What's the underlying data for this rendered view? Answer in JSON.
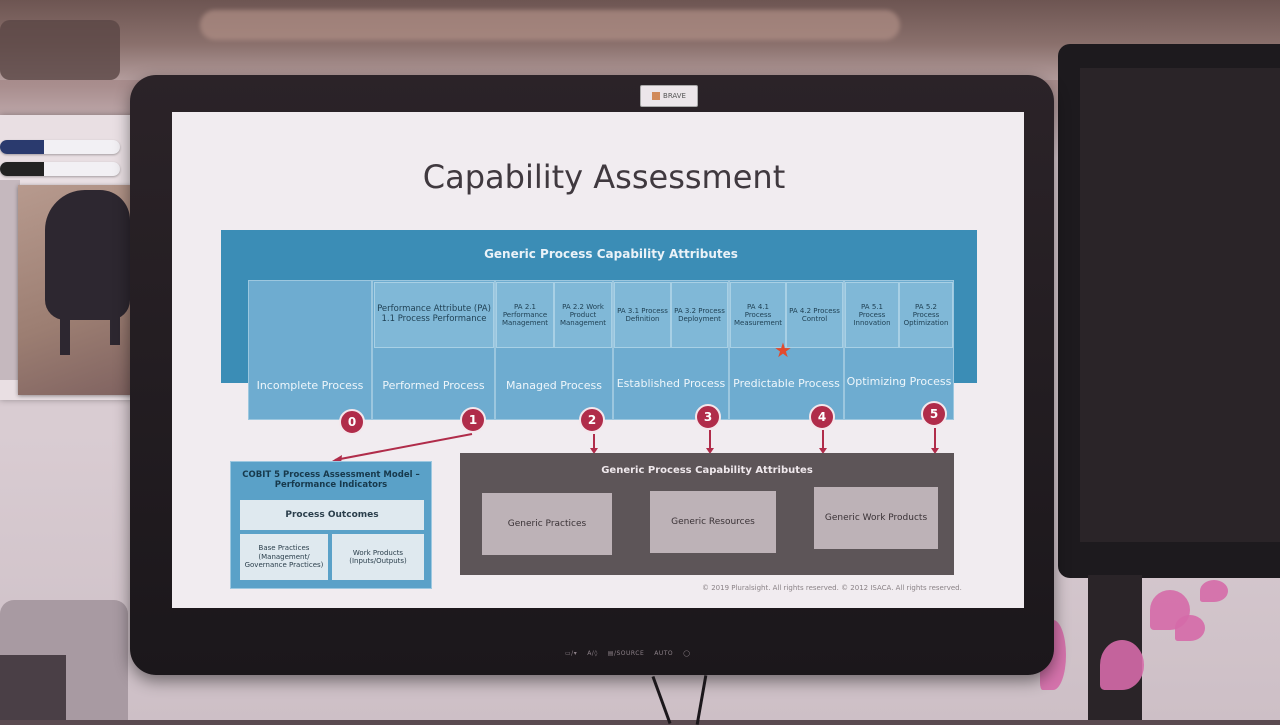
{
  "monitor": {
    "brand": "BRAVE",
    "controls": [
      "▭/▾",
      "A/◊",
      "▤/SOURCE",
      "AUTO",
      "◯"
    ]
  },
  "slide": {
    "title": "Capability Assessment",
    "band_title": "Generic Process Capability Attributes",
    "attributes": [
      {
        "text": "Performance Attribute (PA) 1.1 Process Performance"
      },
      {
        "text": "PA 2.1 Performance Management"
      },
      {
        "text": "PA 2.2 Work Product Management"
      },
      {
        "text": "PA 3.1 Process Definition"
      },
      {
        "text": "PA 3.2 Process Deployment"
      },
      {
        "text": "PA 4.1 Process Measurement"
      },
      {
        "text": "PA 4.2 Process Control"
      },
      {
        "text": "PA 5.1 Process Innovation"
      },
      {
        "text": "PA 5.2 Process Optimization"
      }
    ],
    "levels": [
      {
        "name": "Incomplete Process",
        "number": "0"
      },
      {
        "name": "Performed Process",
        "number": "1"
      },
      {
        "name": "Managed Process",
        "number": "2"
      },
      {
        "name": "Established Process",
        "number": "3"
      },
      {
        "name": "Predictable Process",
        "number": "4"
      },
      {
        "name": "Optimizing Process",
        "number": "5"
      }
    ],
    "cobit": {
      "title": "COBIT 5 Process Assessment Model – Performance Indicators",
      "outcomes": "Process Outcomes",
      "base_practices": "Base Practices (Management/ Governance Practices)",
      "work_products": "Work Products (Inputs/Outputs)"
    },
    "generic": {
      "title": "Generic Process Capability Attributes",
      "items": [
        "Generic Practices",
        "Generic Resources",
        "Generic Work Products"
      ]
    },
    "copyright": "© 2019 Pluralsight. All rights reserved. © 2012 ISACA. All rights reserved."
  },
  "colors": {
    "band": "#3b8db6",
    "circle": "#b02c4a",
    "star": "#e34a2c",
    "generic_box": "#5d5558"
  }
}
